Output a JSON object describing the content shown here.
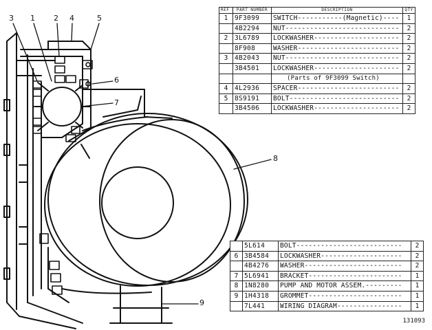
{
  "callouts": [
    "3",
    "1",
    "2",
    "4",
    "5",
    "6",
    "7",
    "8",
    "9"
  ],
  "table_top": {
    "headers": {
      "ref": "REF NO.",
      "part": "PART NUMBER",
      "desc": "DESCRIPTION",
      "qty": "QTY"
    },
    "rows": [
      {
        "ref": "1",
        "part": "9F3099",
        "desc": "SWITCH-----------(Magnetic)----",
        "qty": "1"
      },
      {
        "ref": "",
        "part": "4B2294",
        "desc": "NUT----------------------------",
        "qty": "2"
      },
      {
        "ref": "2",
        "part": "3L6789",
        "desc": "LOCKWASHER---------------------",
        "qty": "2"
      },
      {
        "ref": "",
        "part": "8F908",
        "desc": "WASHER-------------------------",
        "qty": "2"
      },
      {
        "ref": "3",
        "part": "4B2043",
        "desc": "NUT----------------------------",
        "qty": "2"
      },
      {
        "ref": "",
        "part": "3B4501",
        "desc": "LOCKWASHER---------------------",
        "qty": "2"
      },
      {
        "ref": "",
        "part": "",
        "desc": "(Parts of 9F3099 Switch)",
        "qty": "",
        "note": true
      },
      {
        "ref": "4",
        "part": "4L2936",
        "desc": "SPACER-------------------------",
        "qty": "2"
      },
      {
        "ref": "5",
        "part": "8S9191",
        "desc": "BOLT---------------------------",
        "qty": "2"
      },
      {
        "ref": "",
        "part": "3B4506",
        "desc": "LOCKWASHER---------------------",
        "qty": "2"
      }
    ]
  },
  "table_bottom": {
    "rows": [
      {
        "ref": "",
        "part": "5L614",
        "desc": "BOLT--------------------------",
        "qty": "2"
      },
      {
        "ref": "6",
        "part": "3B4584",
        "desc": "LOCKWASHER--------------------",
        "qty": "2"
      },
      {
        "ref": "",
        "part": "4B4276",
        "desc": "WASHER------------------------",
        "qty": "2"
      },
      {
        "ref": "7",
        "part": "5L6941",
        "desc": "BRACKET-----------------------",
        "qty": "1"
      },
      {
        "ref": "8",
        "part": "1N8280",
        "desc": "PUMP AND MOTOR ASSEM.---------",
        "qty": "1"
      },
      {
        "ref": "9",
        "part": "1H4318",
        "desc": "GROMMET-----------------------",
        "qty": "1"
      },
      {
        "ref": "",
        "part": "7L441",
        "desc": "WIRING DIAGRAM----------------",
        "qty": "1"
      }
    ]
  },
  "doc_id": "131093"
}
